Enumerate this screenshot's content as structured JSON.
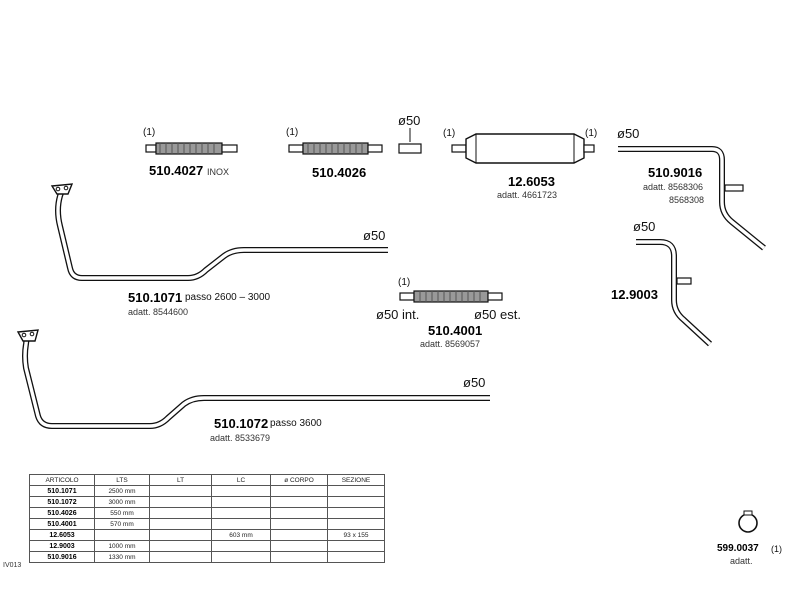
{
  "parts": {
    "p5104027": {
      "code": "510.4027",
      "suffix": "INOX",
      "ref": "(1)"
    },
    "p5104026": {
      "code": "510.4026",
      "ref": "(1)"
    },
    "sleeve": {
      "dia": "ø50"
    },
    "p126053": {
      "code": "12.6053",
      "note": "adatt. 4661723",
      "ref_left": "(1)",
      "ref_right": "(1)"
    },
    "p5109016": {
      "code": "510.9016",
      "note1": "adatt. 8568306",
      "note2": "8568308",
      "dia": "ø50"
    },
    "p129003": {
      "code": "12.9003",
      "dia": "ø50"
    },
    "p5101071": {
      "code": "510.1071",
      "passo": "passo  2600  –  3000",
      "note": "adatt. 8544600",
      "dia": "ø50"
    },
    "p5104001": {
      "code": "510.4001",
      "note": "adatt. 8569057",
      "ref": "(1)",
      "dia_int": "ø50  int.",
      "dia_est": "ø50  est."
    },
    "p5101072": {
      "code": "510.1072",
      "passo": "passo  3600",
      "note": "adatt. 8533679",
      "dia": "ø50"
    },
    "p5990037": {
      "code": "599.0037",
      "ref": "(1)",
      "note": "adatt."
    }
  },
  "table": {
    "headers": [
      "ARTICOLO",
      "LTS",
      "LT",
      "LC",
      "ø CORPO",
      "SEZIONE"
    ],
    "rows": [
      [
        "510.1071",
        "2500 mm",
        "",
        "",
        "",
        ""
      ],
      [
        "510.1072",
        "3000 mm",
        "",
        "",
        "",
        ""
      ],
      [
        "510.4026",
        "550 mm",
        "",
        "",
        "",
        ""
      ],
      [
        "510.4001",
        "570 mm",
        "",
        "",
        "",
        ""
      ],
      [
        "12.6053",
        "",
        "",
        "603 mm",
        "",
        "93 x 155"
      ],
      [
        "12.9003",
        "1000 mm",
        "",
        "",
        "",
        ""
      ],
      [
        "510.9016",
        "1330 mm",
        "",
        "",
        "",
        ""
      ]
    ]
  },
  "side_code": "IV013"
}
